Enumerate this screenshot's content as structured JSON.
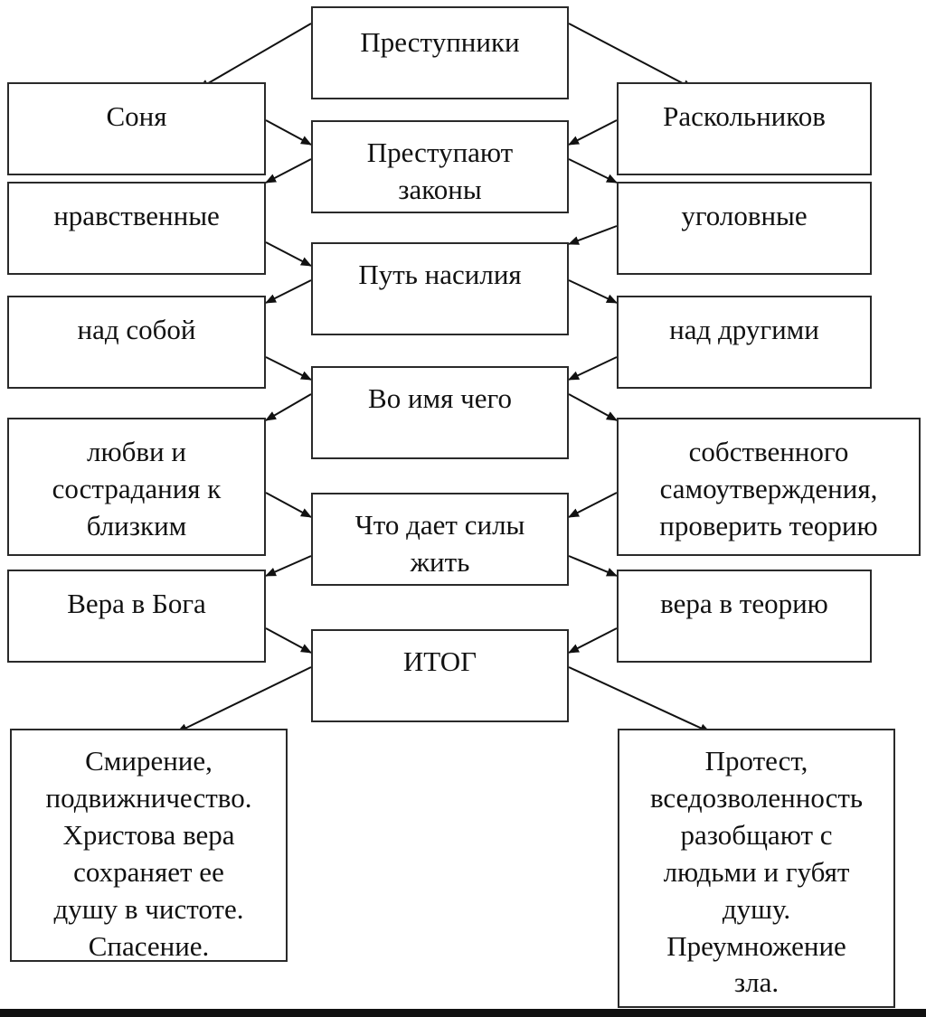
{
  "center": {
    "top": "Преступники",
    "q1": "Преступают\nзаконы",
    "q2": "Путь насилия",
    "q3": "Во имя чего",
    "q4": "Что дает силы\nжить",
    "result": "ИТОГ"
  },
  "left": {
    "name": "Соня",
    "a1": "нравственные",
    "a2": "над собой",
    "a3": "любви и\nсострадания к\nблизким",
    "a4": "Вера в Бога",
    "outcome": "Смирение,\nподвижничество.\nХристова вера\nсохраняет ее\nдушу в чистоте.\nСпасение."
  },
  "right": {
    "name": "Раскольников",
    "a1": "уголовные",
    "a2": "над другими",
    "a3": "собственного\nсамоутверждения,\nпроверить теорию",
    "a4": "вера в теорию",
    "outcome": "Протест,\nвседозволенность\nразобщают с\nлюдьми и губят\nдушу.\nПреумножение\nзла."
  }
}
